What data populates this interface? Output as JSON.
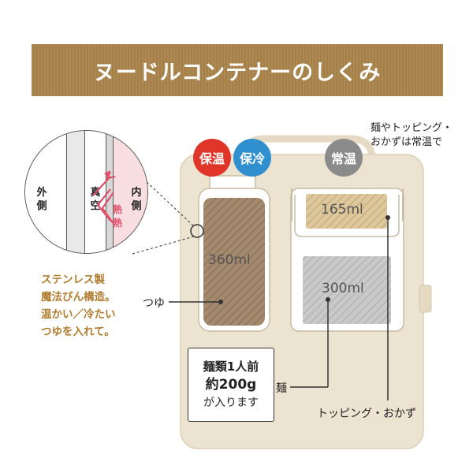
{
  "title": "ヌードルコンテナーのしくみ",
  "note_top": [
    "麺やトッピング・",
    "おかずは常温で"
  ],
  "badges": {
    "warm": "保温",
    "cold": "保冷",
    "room": "常温"
  },
  "callout": {
    "outer": [
      "外",
      "側"
    ],
    "vacuum": [
      "真",
      "空"
    ],
    "heat": [
      "熱",
      "熱"
    ],
    "inner": [
      "内",
      "側"
    ]
  },
  "stainless_note": [
    "ステンレス製",
    "魔法びん構造。",
    "温かい／冷たい",
    "つゆを入れて。"
  ],
  "volumes": {
    "soup": "360ml",
    "top_compartment": "165ml",
    "bottom_compartment": "300ml"
  },
  "labels": {
    "tsuyu": "つゆ",
    "men": "麺",
    "topping": "トッピング・おかず"
  },
  "men_box": {
    "line1": "麺類1人前",
    "line2": "約200g",
    "line3": "が入ります"
  },
  "colors": {
    "banner": "#a9834a",
    "case": "#ede3d1",
    "warm_badge": "#e0362a",
    "cold_badge": "#2f8fcf",
    "room_badge": "#8b8b8b",
    "note_text": "#b07d30",
    "heat_arrow": "#e0506a"
  }
}
